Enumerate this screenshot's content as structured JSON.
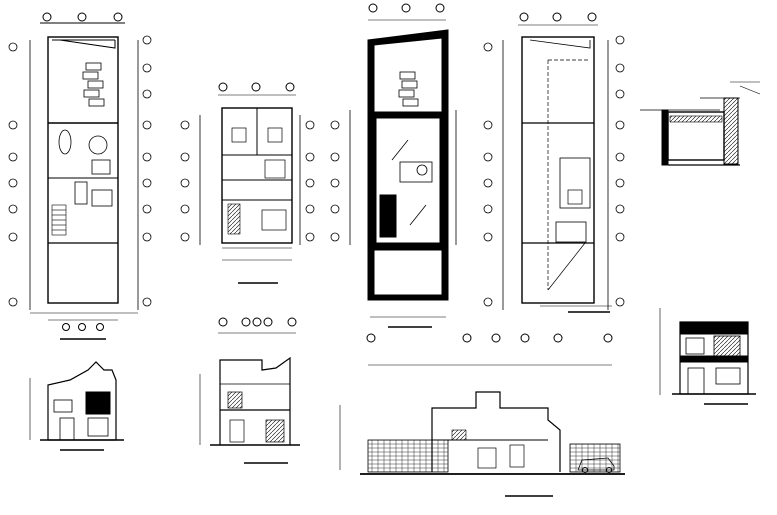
{
  "sheet": {
    "background": "#ffffff",
    "line_color": "#000000",
    "drawings": [
      {
        "name": "ground-floor-plan",
        "kind": "plan"
      },
      {
        "name": "upper-floor-plan",
        "kind": "plan"
      },
      {
        "name": "roof-plan",
        "kind": "plan"
      },
      {
        "name": "installations-plan",
        "kind": "plan"
      },
      {
        "name": "construction-detail",
        "kind": "detail"
      },
      {
        "name": "side-elevation",
        "kind": "elevation"
      },
      {
        "name": "cross-section",
        "kind": "section"
      },
      {
        "name": "longitudinal-section",
        "kind": "section"
      },
      {
        "name": "front-elevation",
        "kind": "elevation"
      }
    ]
  }
}
